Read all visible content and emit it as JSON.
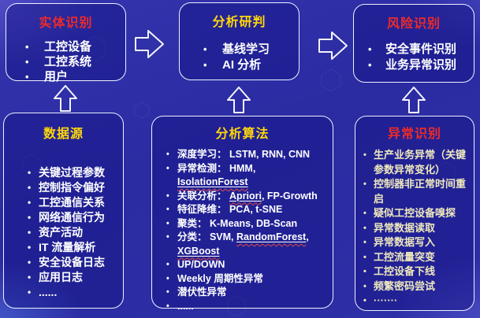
{
  "palette": {
    "background": "#2d2da6",
    "box_fill": "#1f1f96",
    "box_border": "#eef1ff",
    "title_red": "#ee2b28",
    "title_yellow": "#ffd60a",
    "body_white": "#ffffff",
    "body_pale_yellow": "#efe9bc",
    "squiggle_red": "#e14b4b",
    "arrow_outline": "#f2f4ff"
  },
  "boxes": {
    "entity": {
      "title": "实体识别",
      "title_color": "#ee2b28",
      "items_color": "#ffffff",
      "items": [
        [
          {
            "t": "工控设备"
          }
        ],
        [
          {
            "t": "工控系统"
          }
        ],
        [
          {
            "t": "用户"
          }
        ]
      ]
    },
    "analysis_judgment": {
      "title": "分析研判",
      "title_color": "#ffd60a",
      "items_color": "#ffffff",
      "items": [
        [
          {
            "t": "基线学习"
          }
        ],
        [
          {
            "t": "AI 分析"
          }
        ]
      ]
    },
    "risk": {
      "title": "风险识别",
      "title_color": "#ee2b28",
      "items_color": "#ffffff",
      "items": [
        [
          {
            "t": "安全事件识别"
          }
        ],
        [
          {
            "t": "业务异常识别"
          }
        ]
      ]
    },
    "data_source": {
      "title": "数据源",
      "title_color": "#ffd60a",
      "items_color": "#ffffff",
      "items": [
        [
          {
            "t": "关键过程参数"
          }
        ],
        [
          {
            "t": "控制指令偏好"
          }
        ],
        [
          {
            "t": "工控通信关系"
          }
        ],
        [
          {
            "t": "网络通信行为"
          }
        ],
        [
          {
            "t": "资产活动"
          }
        ],
        [
          {
            "t": "IT 流量解析"
          }
        ],
        [
          {
            "t": "安全设备日志"
          }
        ],
        [
          {
            "t": "应用日志"
          }
        ],
        [
          {
            "t": "......"
          }
        ]
      ]
    },
    "algorithms": {
      "title": "分析算法",
      "title_color": "#ffd60a",
      "items_color": "#ffffff",
      "items": [
        [
          {
            "t": "深度学习： LSTM, RNN, CNN"
          }
        ],
        [
          {
            "t": "异常检测： HMM, "
          },
          {
            "t": "IsolationForest",
            "u": true
          }
        ],
        [
          {
            "t": "关联分析： "
          },
          {
            "t": "Apriori",
            "u": true
          },
          {
            "t": ", FP-Growth"
          }
        ],
        [
          {
            "t": "特征降维： PCA, t-SNE"
          }
        ],
        [
          {
            "t": "聚类： K-Means, DB-Scan"
          }
        ],
        [
          {
            "t": "分类： SVM, "
          },
          {
            "t": "RandomForest",
            "u": true
          },
          {
            "t": ", "
          },
          {
            "t": "XGBoost",
            "u": true
          }
        ],
        [
          {
            "t": "UP/DOWN"
          }
        ],
        [
          {
            "t": "Weekly 周期性异常"
          }
        ],
        [
          {
            "t": "潜伏性异常"
          }
        ],
        [
          {
            "t": "......"
          }
        ]
      ]
    },
    "anomaly": {
      "title": "异常识别",
      "title_color": "#ee2b28",
      "items_color": "#efe9bc",
      "items": [
        [
          {
            "t": "生产业务异常（关键参数异常变化）"
          }
        ],
        [
          {
            "t": "控制器非正常时间重启"
          }
        ],
        [
          {
            "t": "疑似工控设备嗅探"
          }
        ],
        [
          {
            "t": "异常数据读取"
          }
        ],
        [
          {
            "t": "异常数据写入"
          }
        ],
        [
          {
            "t": "工控流量突变"
          }
        ],
        [
          {
            "t": "工控设备下线"
          }
        ],
        [
          {
            "t": "频繁密码尝试"
          }
        ],
        [
          {
            "t": "·······"
          }
        ]
      ]
    }
  },
  "arrows": {
    "right_1": "flow from entity recognition to analysis",
    "right_2": "flow from analysis to risk recognition",
    "up_1": "data source feeds entity recognition",
    "up_2": "algorithms feed analysis",
    "up_3": "anomaly recognition feeds risk recognition"
  }
}
